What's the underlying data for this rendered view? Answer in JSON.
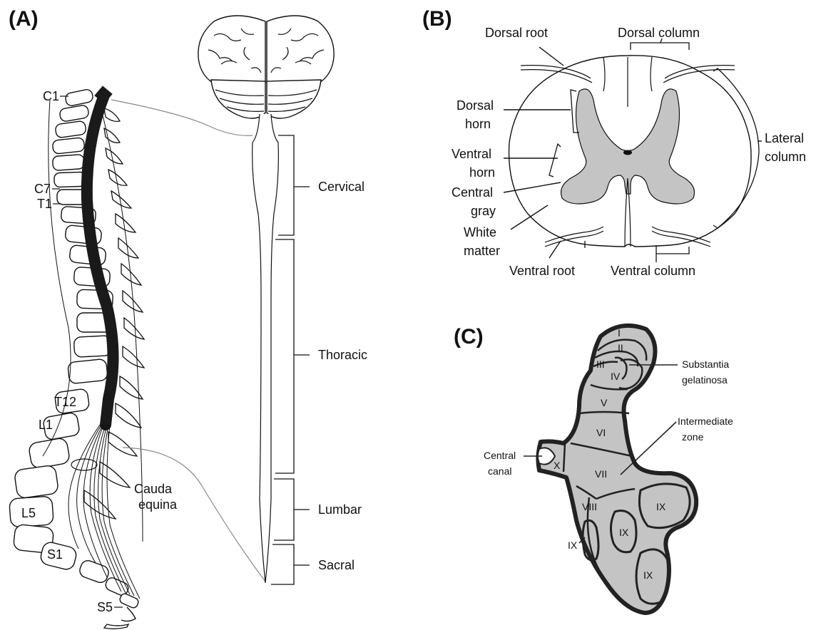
{
  "panels": {
    "a": {
      "letter": "(A)",
      "vertebra_labels": {
        "c1": "C1",
        "c7": "C7",
        "t1": "T1",
        "t12": "T12",
        "l1": "L1",
        "l5": "L5",
        "s1": "S1",
        "s5": "S5"
      },
      "cauda_equina": [
        "Cauda",
        "equina"
      ],
      "regions": {
        "cervical": "Cervical",
        "thoracic": "Thoracic",
        "lumbar": "Lumbar",
        "sacral": "Sacral"
      }
    },
    "b": {
      "letter": "(B)",
      "dorsal_root": "Dorsal root",
      "dorsal_column": "Dorsal column",
      "dorsal_horn": [
        "Dorsal",
        "horn"
      ],
      "ventral_horn": [
        "Ventral",
        "horn"
      ],
      "central_gray": [
        "Central",
        "gray"
      ],
      "white_matter": [
        "White",
        "matter"
      ],
      "lateral_column": [
        "Lateral",
        "column"
      ],
      "ventral_root": "Ventral root",
      "ventral_column": "Ventral column"
    },
    "c": {
      "letter": "(C)",
      "substantia_gelatinosa": [
        "Substantia",
        "gelatinosa"
      ],
      "intermediate_zone": [
        "Intermediate",
        "zone"
      ],
      "central_canal": [
        "Central",
        "canal"
      ],
      "laminae": {
        "i": "I",
        "ii": "II",
        "iii": "III",
        "iv": "IV",
        "v": "V",
        "vi": "VI",
        "vii": "VII",
        "viii": "VIII",
        "ix": "IX",
        "x": "X"
      }
    }
  },
  "colors": {
    "gray_matter": "#c4c4c4",
    "ink": "#111111",
    "cord": "#1a1a1a"
  }
}
